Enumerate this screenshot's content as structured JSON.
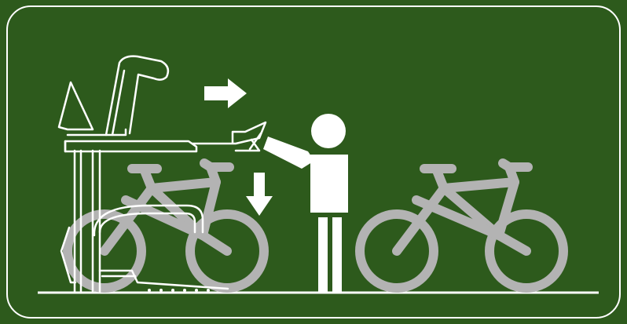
{
  "sign": {
    "kind": "bicycle-parking-instruction-pictogram",
    "background_color": "#2d5a1c",
    "symbol_color": "#ffffff",
    "bicycle_color": "#b3b3b3",
    "arrows": [
      {
        "name": "pull-out-arrow",
        "direction": "right"
      },
      {
        "name": "lower-down-arrow",
        "direction": "down"
      }
    ],
    "icons": [
      "two-tier-bike-rack-icon",
      "person-icon",
      "bicycle-icon",
      "bicycle-icon"
    ]
  }
}
